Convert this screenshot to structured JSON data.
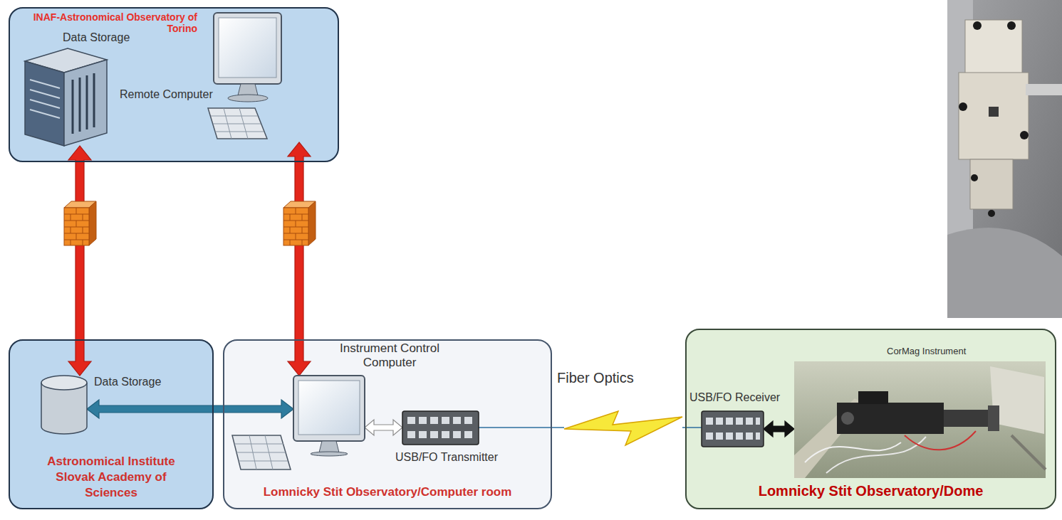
{
  "diagram": {
    "nodes": [
      {
        "text": [
          "INAF-Astronomical Observatory of Torino"
        ]
      },
      {
        "text": [
          "Data Storage"
        ],
        "in": 0
      },
      {
        "text": [
          "Remote Computer"
        ],
        "in": 0
      },
      {
        "text": [
          "Astronomical Institute Slovak Academy of Sciences"
        ]
      },
      {
        "text": [
          "Data Storage"
        ],
        "in": 3
      },
      {
        "text": [
          "Lomnicky Stit Observatory/Computer room"
        ]
      },
      {
        "text": [
          "Instrument Control Computer"
        ],
        "in": 5
      },
      {
        "text": [
          "USB/FO Transmitter"
        ],
        "in": 5
      },
      {
        "text": [
          "Lomnicky Stit Observatory/Dome"
        ]
      },
      {
        "text": [
          "USB/FO Receiver"
        ],
        "in": 8
      },
      {
        "text": [
          "CorMag Instrument"
        ],
        "in": 8
      }
    ],
    "edges": [
      {
        "from": 1,
        "to": 4,
        "arrow": "both"
      },
      {
        "from": 2,
        "to": 6,
        "arrow": "both"
      },
      {
        "from": 4,
        "to": 6,
        "arrow": "both"
      },
      {
        "from": 6,
        "to": 7,
        "arrow": "both"
      },
      {
        "from": 7,
        "to": 9,
        "label": "Fiber Optics",
        "arrow": "none"
      },
      {
        "from": 9,
        "to": 10,
        "arrow": "both"
      }
    ]
  }
}
